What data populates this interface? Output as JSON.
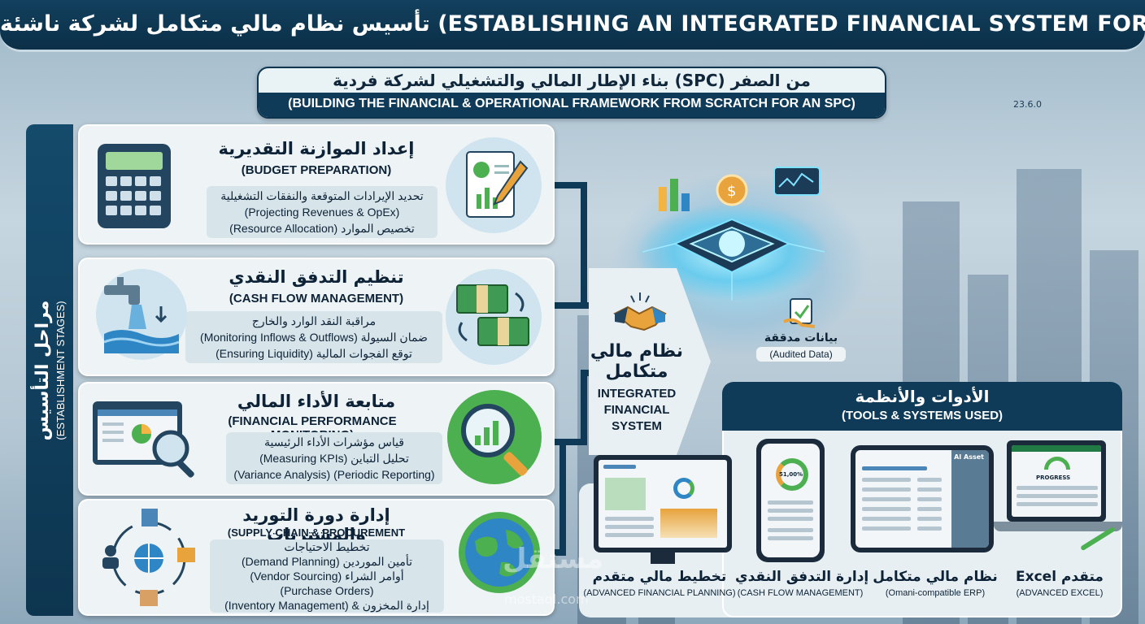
{
  "header": {
    "title": "تأسيس نظام مالي متكامل لشركة ناشئة (ESTABLISHING AN INTEGRATED FINANCIAL SYSTEM FOR"
  },
  "subheader": {
    "arabic": "بناء الإطار المالي والتشغيلي لشركة فردية (SPC) من الصفر",
    "english": "(BUILDING THE FINANCIAL & OPERATIONAL FRAMEWORK FROM SCRATCH FOR AN SPC)"
  },
  "sidebar": {
    "arabic": "مراحل التأسيس",
    "english": "(ESTABLISHMENT STAGES)"
  },
  "stages": [
    {
      "title_ar": "إعداد الموازنة التقديرية",
      "title_en": "(BUDGET PREPARATION)",
      "lines": [
        "تحديد الإيرادات المتوقعة والنفقات التشغيلية",
        "(Projecting Revenues & OpEx)",
        "(Resource Allocation) تخصيص الموارد"
      ],
      "icon_left": "calculator-icon",
      "icon_right": "budget-document-icon"
    },
    {
      "title_ar": "تنظيم التدفق النقدي",
      "title_en": "(CASH FLOW MANAGEMENT)",
      "lines": [
        "مراقبة النقد الوارد والخارج",
        "(Monitoring Inflows & Outflows) ضمان السيولة",
        "(Ensuring Liquidity) توقع الفجوات المالية"
      ],
      "icon_left": "water-tap-icon",
      "icon_right": "cash-stack-icon"
    },
    {
      "title_ar": "متابعة الأداء المالي",
      "title_en": "(FINANCIAL PERFORMANCE MONITORING)",
      "lines": [
        "قياس مؤشرات الأداء الرئيسية",
        "(Measuring KPIs) تحليل التباين",
        "(Variance Analysis) (Periodic Reporting)"
      ],
      "icon_left": "dashboard-magnifier-icon",
      "icon_right": "magnifier-chart-icon"
    },
    {
      "title_ar": "إدارة دورة التوريد والمشتريات",
      "title_en": "(SUPPLY CHAIN & PROCUREMENT MANAGEMENT)",
      "lines": [
        "تخطيط الاحتياجات",
        "(Demand Planning) تأمين الموردين",
        "(Vendor Sourcing) أوامر الشراء",
        "(Purchase Orders)",
        "(Inventory Management) & إدارة المخزون"
      ],
      "icon_left": "supply-cycle-icon",
      "icon_right": "globe-ship-icon"
    }
  ],
  "hub": {
    "arabic": "نظام مالي متكامل",
    "english": "INTEGRATED FINANCIAL SYSTEM"
  },
  "audited": {
    "arabic": "بيانات مدققة",
    "english": "(Audited Data)"
  },
  "tools": {
    "title_ar": "الأدوات والأنظمة",
    "title_en": "(TOOLS & SYSTEMS USED)",
    "items": [
      {
        "ar": "تخطيط مالي متقدم",
        "en": "(ADVANCED FINANCIAL PLANNING)"
      },
      {
        "ar": "إدارة التدفق النقدي",
        "en": "(CASH FLOW MANAGEMENT)"
      },
      {
        "ar": "نظام مالي متكامل",
        "en": "(Omani-compatible ERP)"
      },
      {
        "ar": "Excel متقدم",
        "en": "(ADVANCED EXCEL)"
      }
    ],
    "phone_value": "51,00%",
    "erp_label": "AI Asset",
    "excel_label": "PROGRESS"
  },
  "decor": {
    "chart_tag": "23.6.0",
    "watermark": "مستقل",
    "watermark_en": "mostaql.com"
  },
  "colors": {
    "navy": "#0f3b59",
    "card": "#eef4f6",
    "accent_green": "#4caf50"
  }
}
